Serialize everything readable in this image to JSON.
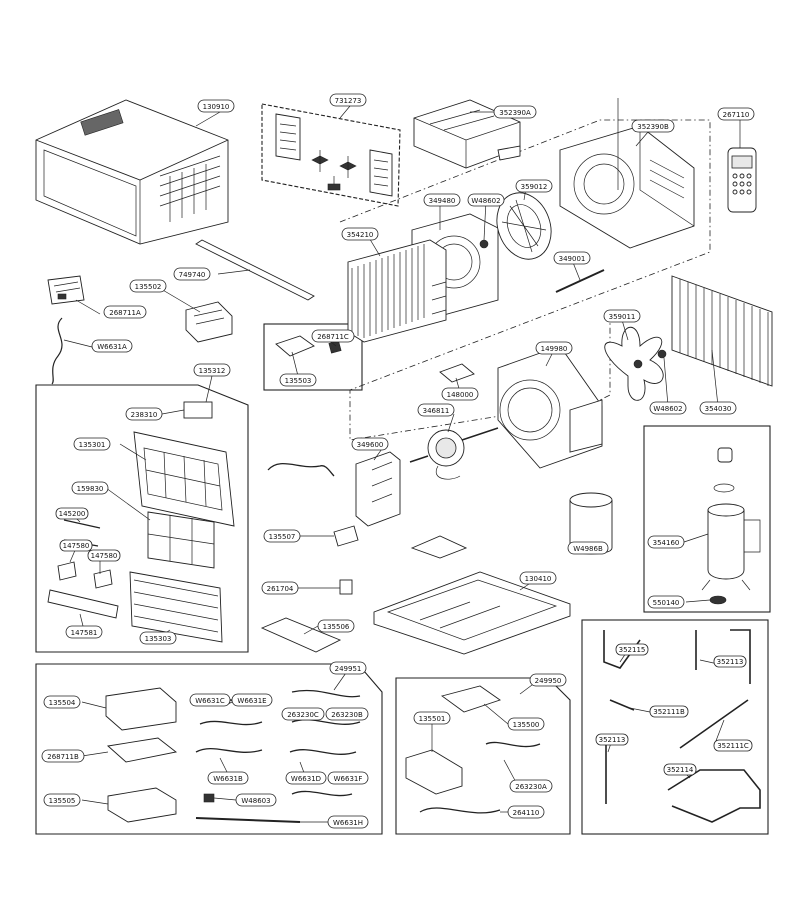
{
  "diagram": {
    "labels": {
      "l130910": "130910",
      "l731273": "731273",
      "l352390A": "352390A",
      "l352390B": "352390B",
      "l267110": "267110",
      "l349480": "349480",
      "lW48602a": "W48602",
      "l359012": "359012",
      "l354210": "354210",
      "l349001": "349001",
      "l749740": "749740",
      "l135502": "135502",
      "l268711A": "268711A",
      "lW6631A": "W6631A",
      "l268711C": "268711C",
      "l135503": "135503",
      "l359011": "359011",
      "l149980": "149980",
      "l148000": "148000",
      "l354030": "354030",
      "lW48602b": "W48602",
      "l135312": "135312",
      "l238310": "238310",
      "l135301": "135301",
      "l159830": "159830",
      "l346811": "346811",
      "l349600": "349600",
      "l354160": "354160",
      "l550140": "550140",
      "l145200": "145200",
      "l147580a": "147580",
      "l147580b": "147580",
      "l147581": "147581",
      "l135303": "135303",
      "l135507": "135507",
      "lW4986B": "W4986B",
      "l261704": "261704",
      "l130410": "130410",
      "l135506": "135506",
      "l249951": "249951",
      "l249950": "249950",
      "l135504": "135504",
      "lW6631C": "W6631C",
      "lW6631E": "W6631E",
      "l263230C": "263230C",
      "l263230B": "263230B",
      "l268711B": "268711B",
      "lW6631B": "W6631B",
      "lW6631D": "W6631D",
      "lW6631F": "W6631F",
      "l135505": "135505",
      "lW48603": "W48603",
      "lW6631H": "W6631H",
      "l135501": "135501",
      "l135500": "135500",
      "l263230A": "263230A",
      "l264110": "264110",
      "l352115": "352115",
      "l352113a": "352113",
      "l352111B": "352111B",
      "l352113b": "352113",
      "l352111C": "352111C",
      "l352114": "352114"
    }
  }
}
